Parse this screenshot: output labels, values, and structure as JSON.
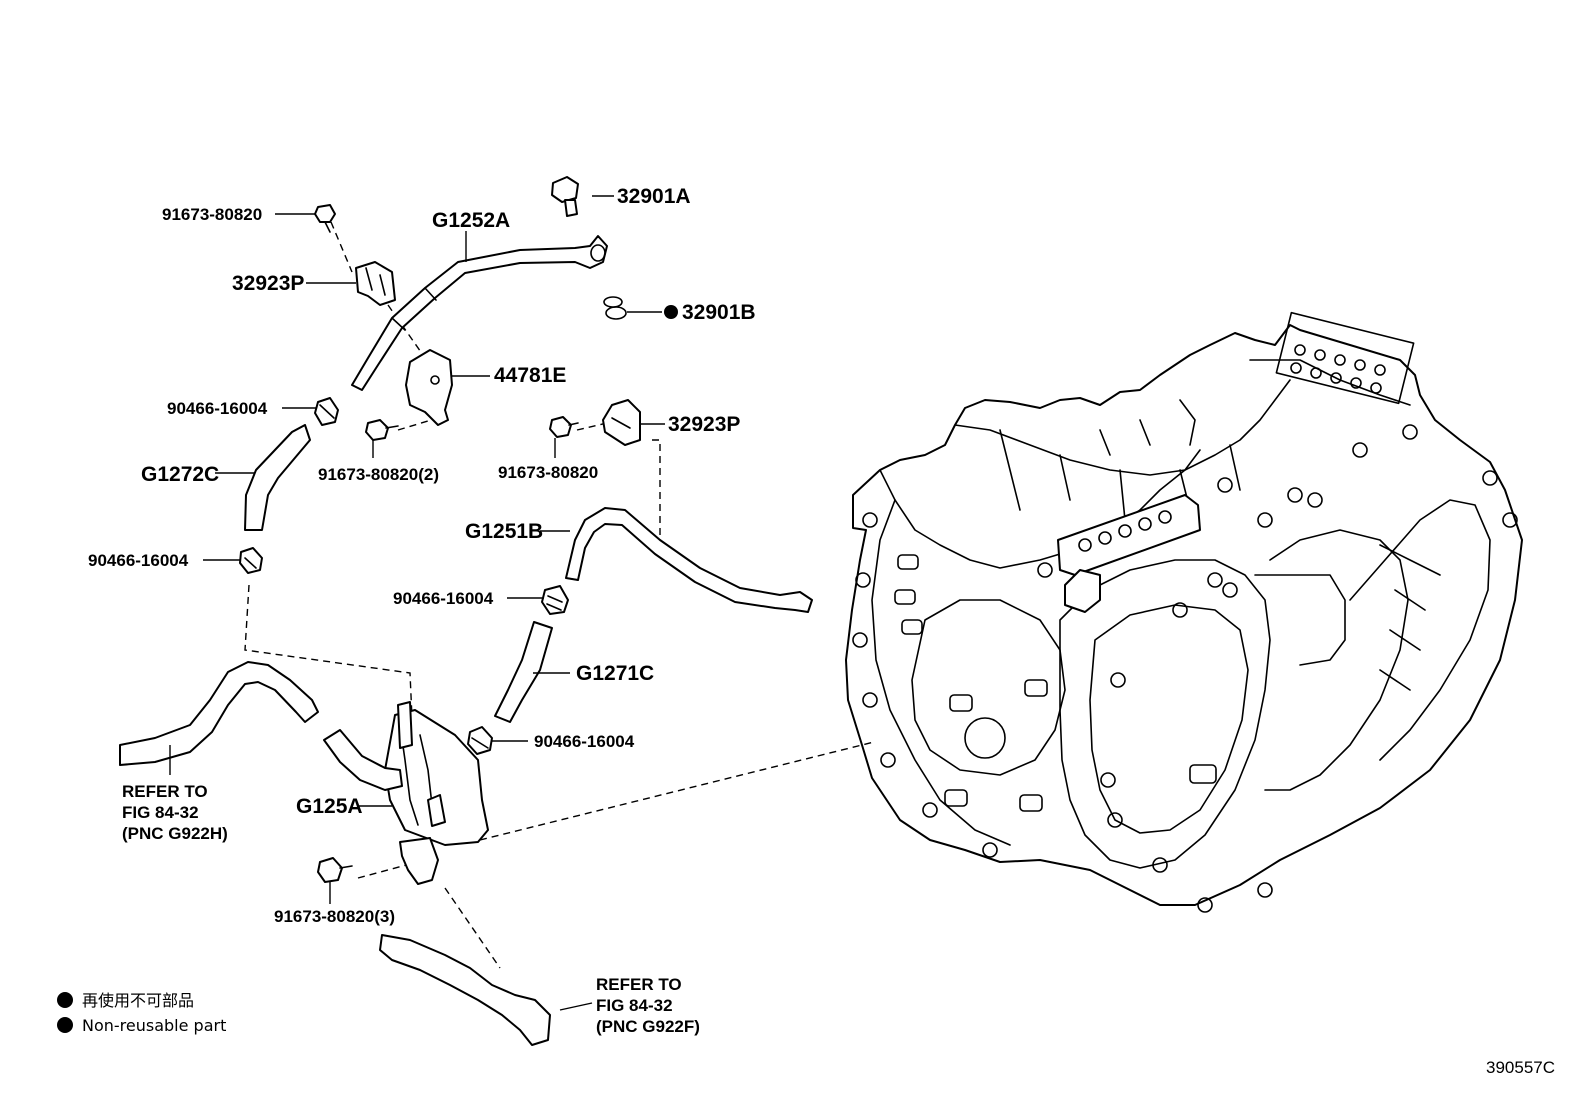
{
  "parts": {
    "bolt_top_left": "91673-80820",
    "clamp_top_left": "32923P",
    "pipe_upper": "G1252A",
    "bolt_32901a": "32901A",
    "gasket_32901b": "32901B",
    "bracket": "44781E",
    "clip_1": "90466-16004",
    "bolt_x2": "91673-80820(2)",
    "hose_g1272c": "G1272C",
    "bolt_mid": "91673-80820",
    "clamp_right": "32923P",
    "clip_2": "90466-16004",
    "pipe_g1251b": "G1251B",
    "clip_3": "90466-16004",
    "hose_g1271c": "G1271C",
    "clip_4": "90466-16004",
    "cooler": "G125A",
    "bolt_x3": "91673-80820(3)"
  },
  "refs": {
    "upper": [
      "REFER TO",
      "FIG 84-32",
      "(PNC G922H)"
    ],
    "lower": [
      "REFER TO",
      "FIG 84-32",
      "(PNC G922F)"
    ]
  },
  "legend": {
    "line1": "再使用不可部品",
    "line2": "Non-reusable part"
  },
  "figure_id": "390557C",
  "icons": {
    "non_reusable_marker": "filled-circle-icon"
  },
  "colors": {
    "ink": "#000000",
    "paper": "#ffffff"
  }
}
